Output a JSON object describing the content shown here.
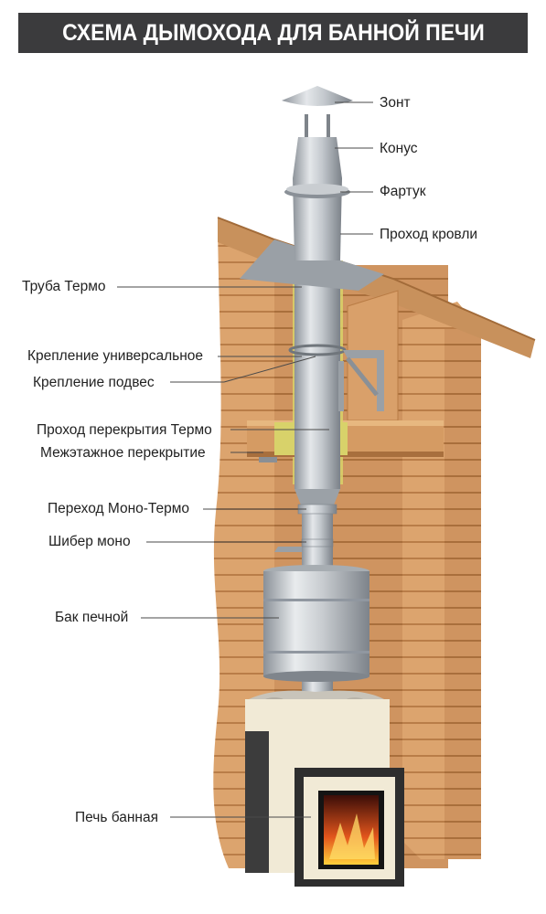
{
  "title": "СХЕМА ДЫМОХОДА ДЛЯ БАННОЙ ПЕЧИ",
  "labels": {
    "zont": "Зонт",
    "konus": "Конус",
    "fartuk": "Фартук",
    "prohod_krovli": "Проход кровли",
    "truba_termo": "Труба Термо",
    "kreplenie_universalnoe": "Крепление универсальное",
    "kreplenie_podves": "Крепление подвес",
    "prohod_perekrytiya": "Проход перекрытия Термо",
    "mezhetazhnoe": "Межэтажное перекрытие",
    "perehod": "Переход Моно-Термо",
    "shiber": "Шибер моно",
    "bak": "Бак печной",
    "pech": "Печь банная"
  },
  "colors": {
    "title_bg": "#3b3b3d",
    "wood": "#d9a06a",
    "wood_dark": "#b97c45",
    "insulation": "#d8d26a",
    "steel": "#b4b9bf",
    "stove_body": "#f1ead6",
    "fire": "#c4301c"
  }
}
